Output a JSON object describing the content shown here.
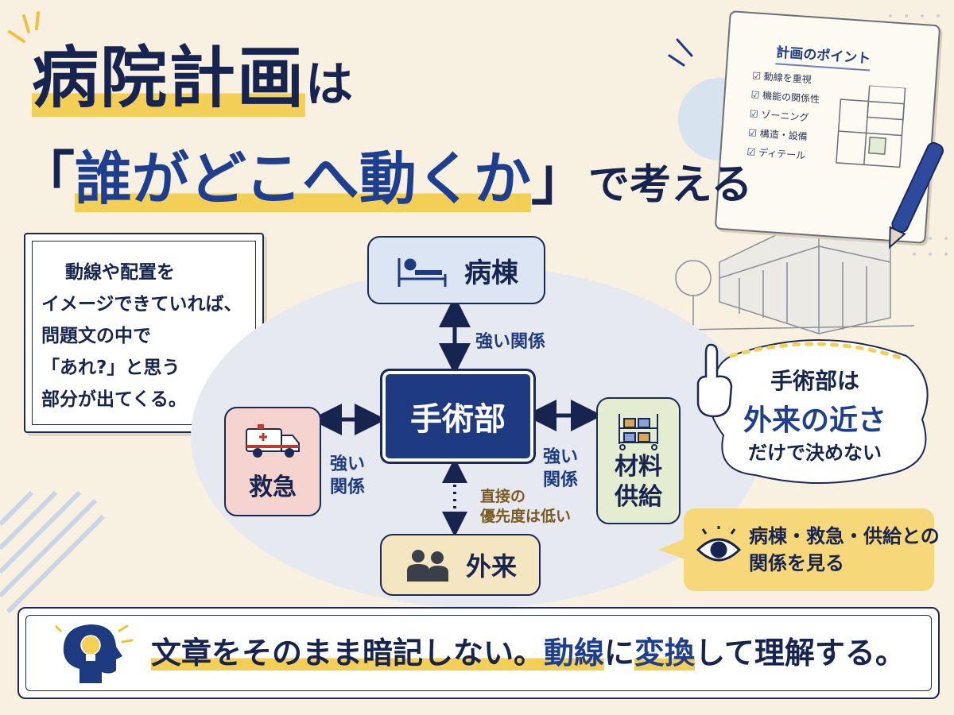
{
  "title": {
    "line1_main": "病院計画",
    "line1_particle": "は",
    "line2_open": "「",
    "line2_em": "誰がどこへ動くか",
    "line2_close": "」",
    "line2_tail": "で考える"
  },
  "text_card": {
    "lines": [
      "動線や配置を",
      "イメージできていれば、",
      "問題文の中で",
      "「あれ?」と思う",
      "部分が出てくる。"
    ]
  },
  "diagram": {
    "center": "手術部",
    "ward": "病棟",
    "emergency": "救急",
    "materials_line1": "材料",
    "materials_line2": "供給",
    "outpatient": "外来",
    "rel_top": "強い関係",
    "rel_left_1": "強い",
    "rel_left_2": "関係",
    "rel_right_1": "強い",
    "rel_right_2": "関係",
    "rel_bottom_1": "直接の",
    "rel_bottom_2": "優先度は低い"
  },
  "bubble": {
    "line1": "手術部は",
    "line2": "外来の近さ",
    "line3": "だけで決めない"
  },
  "eye_note": {
    "line1": "病棟・救急・供給との",
    "line2": "関係を見る"
  },
  "banner": {
    "part1": "文章をそのまま暗記しない。",
    "part2_hl": "動線",
    "part3": "に",
    "part4_hl": "変換",
    "part5": "して理解する。"
  },
  "notebook": {
    "heading": "計画のポイント",
    "items": [
      "動線を重視",
      "機能の関係性",
      "ゾーニング",
      "構造・設備",
      "ディテール"
    ]
  },
  "colors": {
    "navy": "#16244f",
    "accent_blue": "#1e3a80",
    "highlight_yellow": "#f3cf55",
    "background": "#f8f1e2"
  }
}
